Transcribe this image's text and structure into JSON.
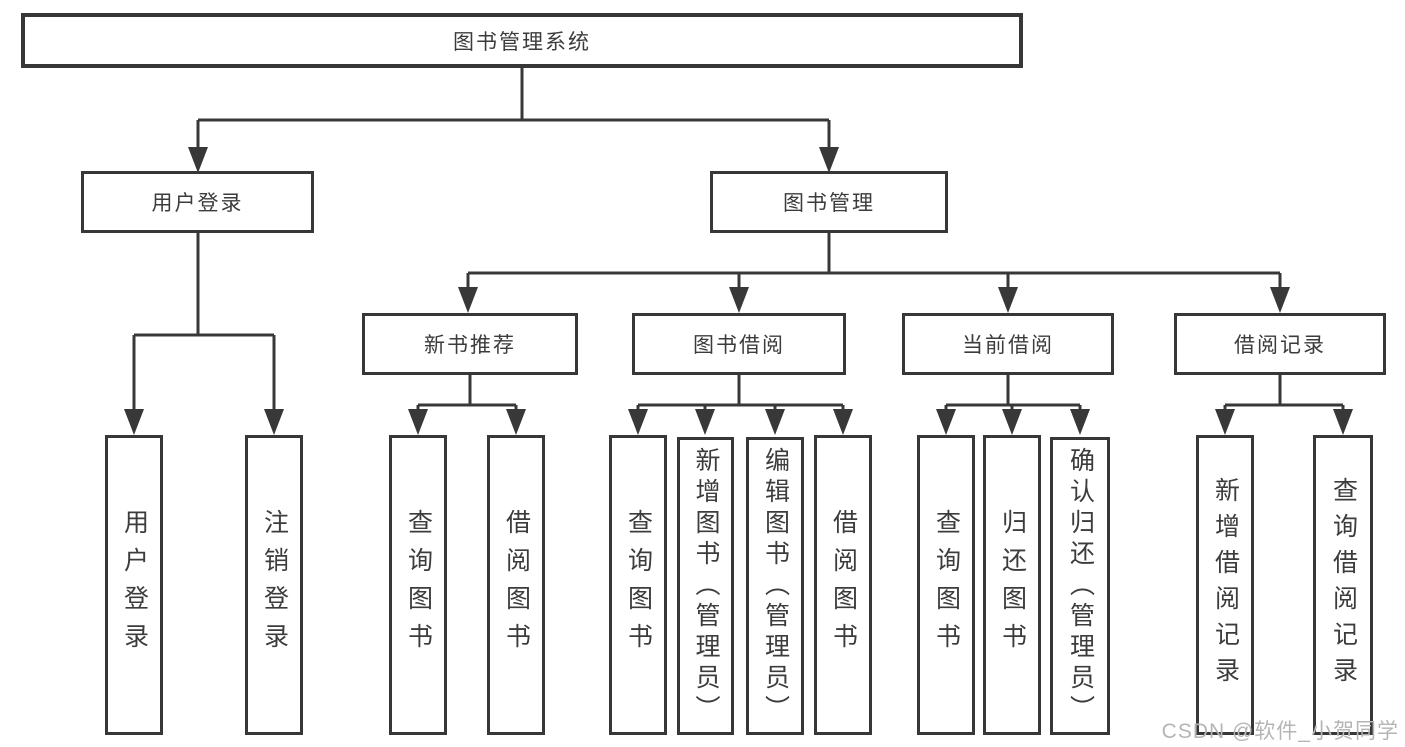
{
  "tree": {
    "label": "图书管理系统",
    "children": [
      {
        "label": "用户登录",
        "children": [
          {
            "label": "用户登录"
          },
          {
            "label": "注销登录"
          }
        ]
      },
      {
        "label": "图书管理",
        "children": [
          {
            "label": "新书推荐",
            "children": [
              {
                "label": "查询图书"
              },
              {
                "label": "借阅图书"
              }
            ]
          },
          {
            "label": "图书借阅",
            "children": [
              {
                "label": "查询图书"
              },
              {
                "label": "新增图书（管理员）"
              },
              {
                "label": "编辑图书（管理员）"
              },
              {
                "label": "借阅图书"
              }
            ]
          },
          {
            "label": "当前借阅",
            "children": [
              {
                "label": "查询图书"
              },
              {
                "label": "归还图书"
              },
              {
                "label": "确认归还（管理员）"
              }
            ]
          },
          {
            "label": "借阅记录",
            "children": [
              {
                "label": "新增借阅记录"
              },
              {
                "label": "查询借阅记录"
              }
            ]
          }
        ]
      }
    ]
  },
  "watermark": {
    "text": "CSDN @软件_小贺同学"
  },
  "colors": {
    "line": "#383838",
    "text": "#3c3c3c",
    "box_bg": "#ffffff",
    "watermark": "#b5b5b5"
  }
}
